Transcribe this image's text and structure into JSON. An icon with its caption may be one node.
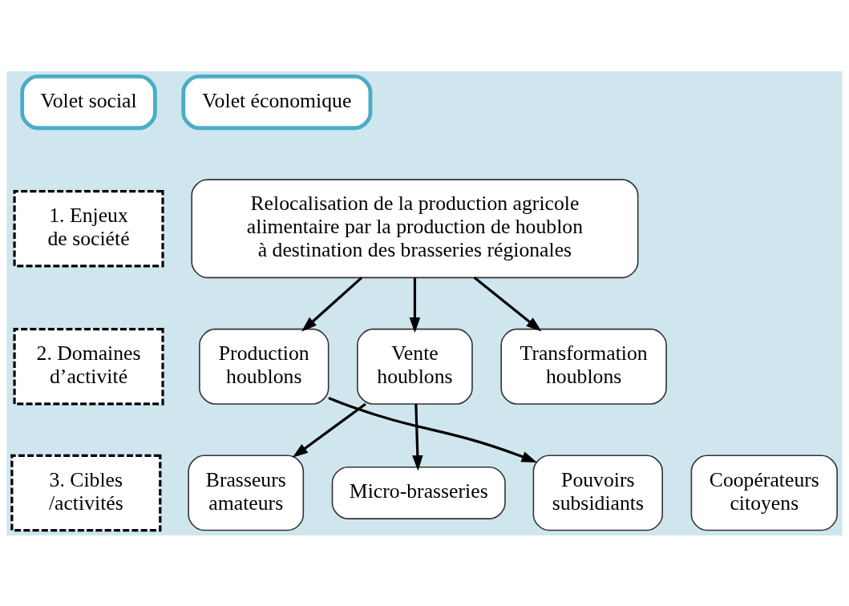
{
  "diagram": {
    "nodes": [
      {
        "text": [
          "Volet social"
        ]
      },
      {
        "text": [
          "Volet économique"
        ]
      },
      {
        "text": [
          "1. Enjeux de société"
        ]
      },
      {
        "text": [
          "Relocalisation de la production agricole alimentaire par la production de houblon à destination des brasseries régionales"
        ]
      },
      {
        "text": [
          "2. Domaines d’activité"
        ]
      },
      {
        "text": [
          "Production houblons"
        ]
      },
      {
        "text": [
          "Vente houblons"
        ]
      },
      {
        "text": [
          "Transformation houblons"
        ]
      },
      {
        "text": [
          "3. Cibles /activités"
        ]
      },
      {
        "text": [
          "Brasseurs amateurs"
        ]
      },
      {
        "text": [
          "Micro-brasseries"
        ]
      },
      {
        "text": [
          "Pouvoirs subsidiants"
        ]
      },
      {
        "text": [
          "Coopérateurs citoyens"
        ]
      }
    ],
    "edges": [
      {
        "from": 3,
        "to": 5,
        "arrow": "to"
      },
      {
        "from": 3,
        "to": 6,
        "arrow": "to"
      },
      {
        "from": 3,
        "to": 7,
        "arrow": "to"
      },
      {
        "from": 5,
        "to": 11,
        "arrow": "to"
      },
      {
        "from": 6,
        "to": 9,
        "arrow": "to"
      },
      {
        "from": 6,
        "to": 10,
        "arrow": "to"
      }
    ]
  }
}
